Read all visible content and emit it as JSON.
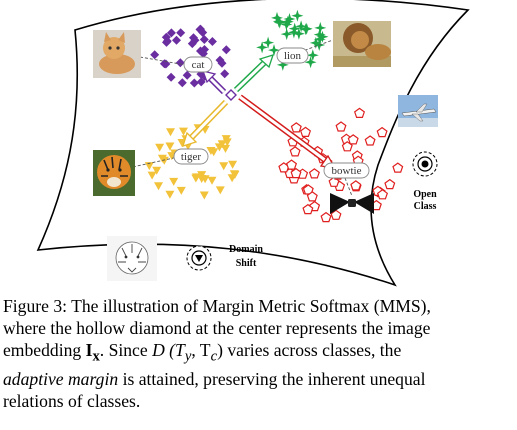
{
  "figure": {
    "labels": {
      "cat": "cat",
      "lion": "lion",
      "tiger": "tiger",
      "bowtie": "bowtie",
      "open_class_line1": "Open",
      "open_class_line2": "Class",
      "domain_shift_line1": "Domain",
      "domain_shift_line2": "Shift"
    },
    "colors": {
      "cat": "#6a2ea0",
      "lion": "#1fa84a",
      "tiger": "#f2c23a",
      "bowtie": "#e02020",
      "arrow_fill": "#ffffff"
    },
    "images": [
      "cat-photo",
      "lion-photo",
      "tiger-photo",
      "bowtie-photo",
      "airplane-photo",
      "tiger-sketch"
    ]
  },
  "caption": {
    "line1": "Figure 3: The illustration of Margin Metric Softmax (MMS),",
    "line2": "where the hollow diamond at the center represents the image",
    "line3_pre": "embedding ",
    "line3_math_bold": "I",
    "line3_math_sub": "x",
    "line3_post": ". Since ",
    "line3_math_D": "D (T",
    "line3_math_sub_y": "y",
    "line3_math_mid": ", T",
    "line3_math_sub_c": "c",
    "line3_math_end": ") varies across classes, the",
    "line4_italic": "adaptive margin",
    "line4_post": " is attained, preserving the inherent unequal",
    "line5": "relations of classes."
  }
}
